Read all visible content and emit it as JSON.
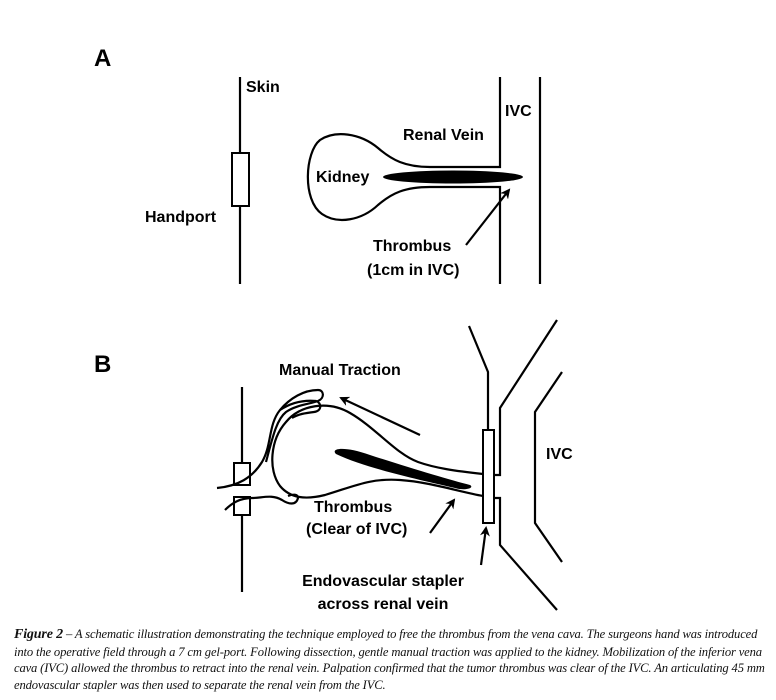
{
  "panels": {
    "a": {
      "letter": "A",
      "labels": {
        "skin": "Skin",
        "handport": "Handport",
        "kidney": "Kidney",
        "renal_vein": "Renal Vein",
        "ivc": "IVC",
        "thrombus": "Thrombus",
        "thrombus_note": "(1cm in IVC)"
      }
    },
    "b": {
      "letter": "B",
      "labels": {
        "manual_traction": "Manual Traction",
        "ivc": "IVC",
        "thrombus": "Thrombus",
        "thrombus_note": "(Clear of IVC)",
        "stapler_line1": "Endovascular stapler",
        "stapler_line2": "across renal vein"
      }
    }
  },
  "caption": {
    "lead": "Figure 2",
    "text": " – A schematic illustration demonstrating the technique employed to free the thrombus from the vena cava. The surgeons hand was introduced into the operative field through a 7 cm gel-port. Following dissection, gentle manual traction was applied to the kidney. Mobilization of the inferior vena cava (IVC) allowed the thrombus to retract into the renal vein. Palpation confirmed that the tumor thrombus was clear of the IVC. An articulating 45 mm endovascular stapler was then used to separate the renal vein from the IVC."
  }
}
